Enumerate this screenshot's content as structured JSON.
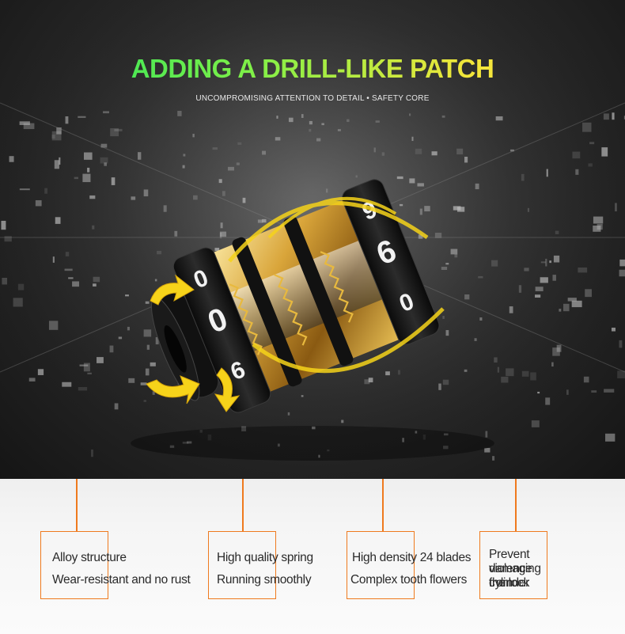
{
  "headline": "ADDING A DRILL-LIKE PATCH",
  "subline": "UNCOMPROMISING ATTENTION TO DETAIL • SAFETY CORE",
  "product": {
    "dial_digits": [
      "0",
      "0",
      "6",
      "9",
      "6",
      "0",
      "0"
    ],
    "icons": [
      "rotate-arrow-icon",
      "rotate-arrow-icon",
      "rotate-arrow-icon"
    ]
  },
  "features": [
    {
      "line1": "Alloy structure",
      "line2": "Wear-resistant and  no rust"
    },
    {
      "line1": "High quality spring",
      "line2": "Running smoothly"
    },
    {
      "line1": "High density 24 blades",
      "line2": "Complex tooth flowers"
    },
    {
      "line1": "Prevent violence from",
      "line2": "damaging the lock",
      "line3": "cylinder"
    }
  ],
  "colors": {
    "accent_orange": "#ef7a1e",
    "headline_green": "#18e060",
    "headline_yellow": "#ffe24a",
    "arrow_yellow": "#f6d31a"
  }
}
